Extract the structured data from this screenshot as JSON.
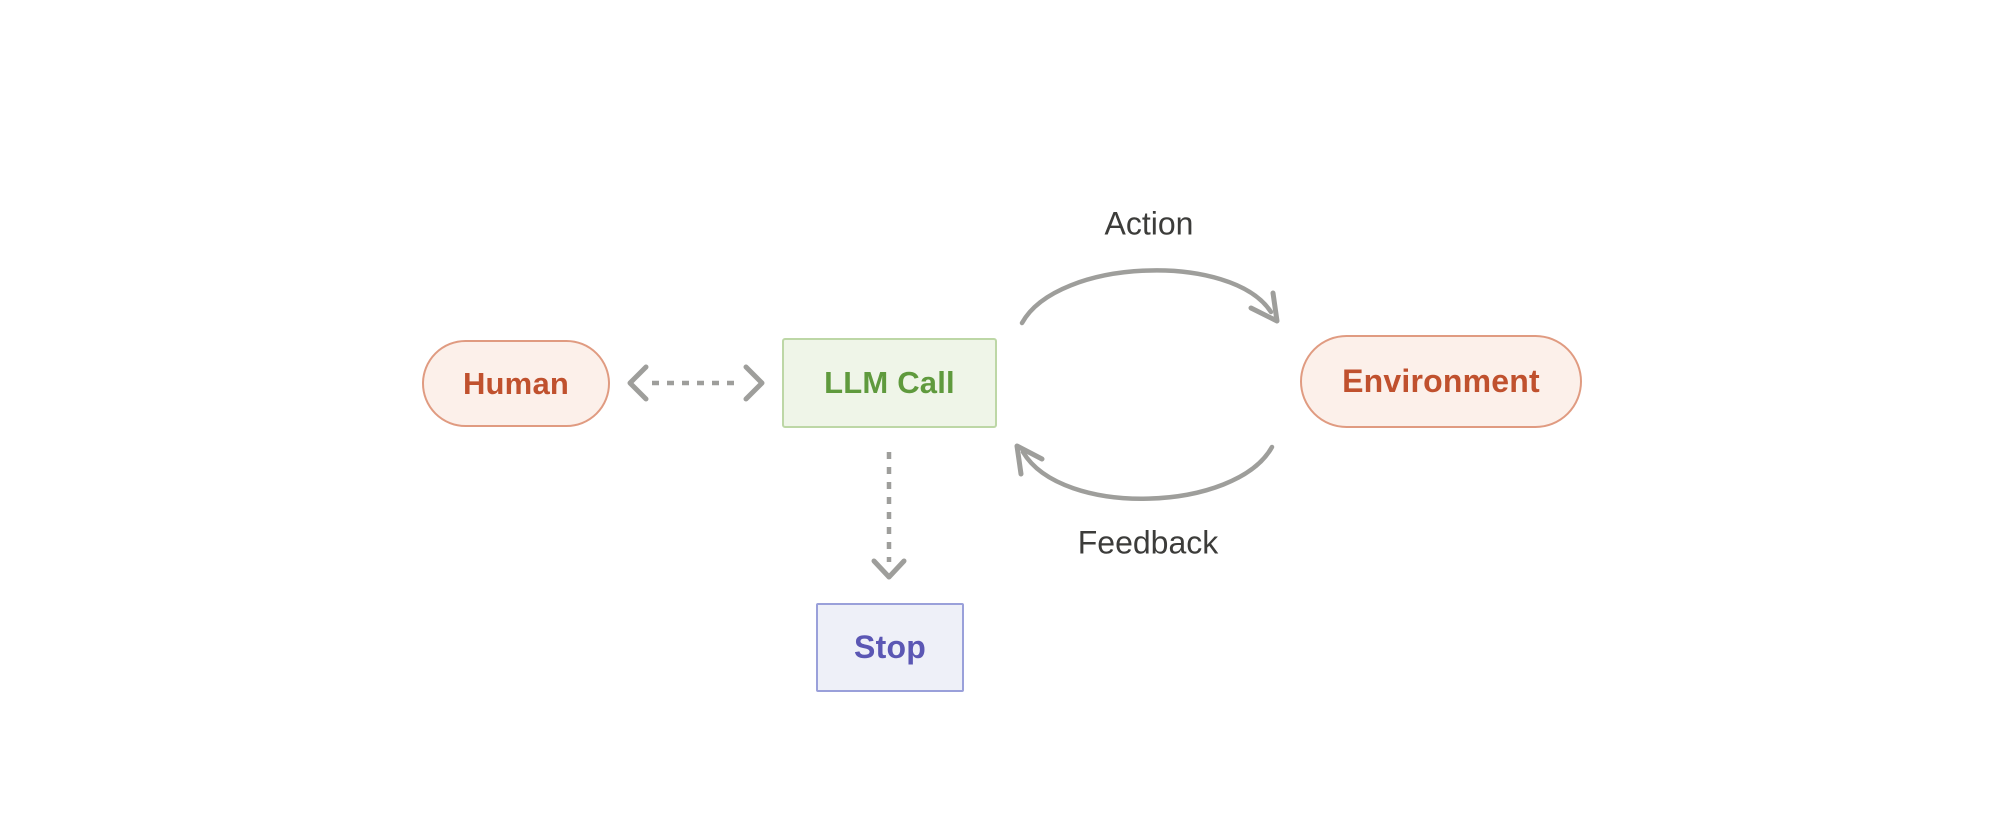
{
  "diagram": {
    "nodes": {
      "human": {
        "label": "Human"
      },
      "llm_call": {
        "label": "LLM Call"
      },
      "environment": {
        "label": "Environment"
      },
      "stop": {
        "label": "Stop"
      }
    },
    "edge_labels": {
      "action": "Action",
      "feedback": "Feedback"
    }
  },
  "colors": {
    "background": "#ffffff",
    "arrow-gray": "#9e9e9b",
    "label-text": "#3c3c3a",
    "node-red-fill": "#fcf0ea",
    "node-red-border": "#e09b81",
    "node-red-text": "#c0512e",
    "green-fill": "#eff5e8",
    "green-border": "#bdd7a6",
    "green-text": "#5f9a3d",
    "purple-fill": "#eef0f8",
    "purple-border": "#9aa0da",
    "purple-text": "#5b57b4"
  }
}
